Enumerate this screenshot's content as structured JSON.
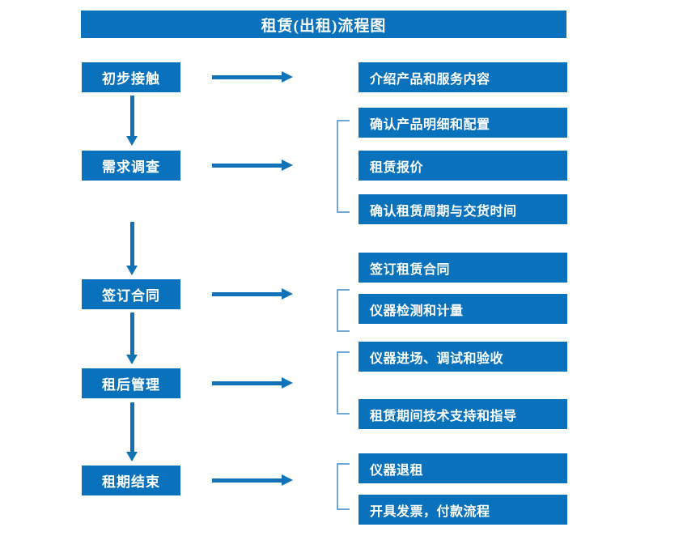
{
  "chart_data": {
    "type": "diagram",
    "title": "租赁(出租)流程图",
    "diagram_kind": "flowchart",
    "orientation": "vertical-stages-with-right-details",
    "stages": [
      {
        "label": "初步接触",
        "details": [
          "介绍产品和服务内容"
        ]
      },
      {
        "label": "需求调查",
        "details": [
          "确认产品明细和配置",
          "租赁报价",
          "确认租赁周期与交货时间"
        ]
      },
      {
        "label": "签订合同",
        "details": [
          "签订租赁合同",
          "仪器检测和计量"
        ]
      },
      {
        "label": "租后管理",
        "details": [
          "仪器进场、调试和验收",
          "租赁期间技术支持和指导"
        ]
      },
      {
        "label": "租期结束",
        "details": [
          "仪器退租",
          "开具发票，付款流程"
        ]
      }
    ]
  },
  "colors": {
    "box_blue": "#0A72BC",
    "arrow_blue": "#1272B8",
    "bracket_blue": "#6FA8D6",
    "text_white": "#FFFFFF",
    "background": "#FFFFFF"
  },
  "header": {
    "title": "租赁(出租)流程图"
  },
  "stages": [
    {
      "label": "初步接触"
    },
    {
      "label": "需求调查"
    },
    {
      "label": "签订合同"
    },
    {
      "label": "租后管理"
    },
    {
      "label": "租期结束"
    }
  ],
  "details": [
    {
      "label": "介绍产品和服务内容"
    },
    {
      "label": "确认产品明细和配置"
    },
    {
      "label": "租赁报价"
    },
    {
      "label": "确认租赁周期与交货时间"
    },
    {
      "label": "签订租赁合同"
    },
    {
      "label": "仪器检测和计量"
    },
    {
      "label": "仪器进场、调试和验收"
    },
    {
      "label": "租赁期间技术支持和指导"
    },
    {
      "label": "仪器退租"
    },
    {
      "label": "开具发票，付款流程"
    }
  ]
}
